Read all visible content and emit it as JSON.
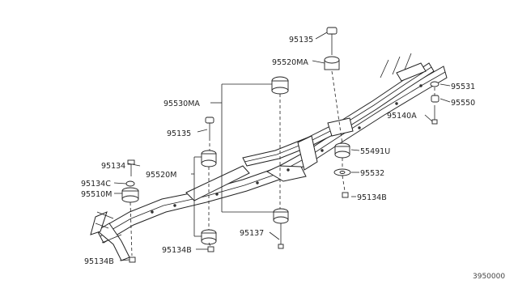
{
  "callouts": [
    {
      "id": "c1",
      "text": "95135"
    },
    {
      "id": "c2",
      "text": "95520MA"
    },
    {
      "id": "c3",
      "text": "95531"
    },
    {
      "id": "c4",
      "text": "95550"
    },
    {
      "id": "c5",
      "text": "95140A"
    },
    {
      "id": "c6",
      "text": "95530MA"
    },
    {
      "id": "c7",
      "text": "95135"
    },
    {
      "id": "c8",
      "text": "55491U"
    },
    {
      "id": "c9",
      "text": "95134"
    },
    {
      "id": "c10",
      "text": "95520M"
    },
    {
      "id": "c11",
      "text": "95532"
    },
    {
      "id": "c12",
      "text": "95134C"
    },
    {
      "id": "c13",
      "text": "95510M"
    },
    {
      "id": "c14",
      "text": "95134B"
    },
    {
      "id": "c15",
      "text": "95137"
    },
    {
      "id": "c16",
      "text": "95134B"
    },
    {
      "id": "c17",
      "text": "95134B"
    }
  ],
  "diagram_code": "3950000"
}
